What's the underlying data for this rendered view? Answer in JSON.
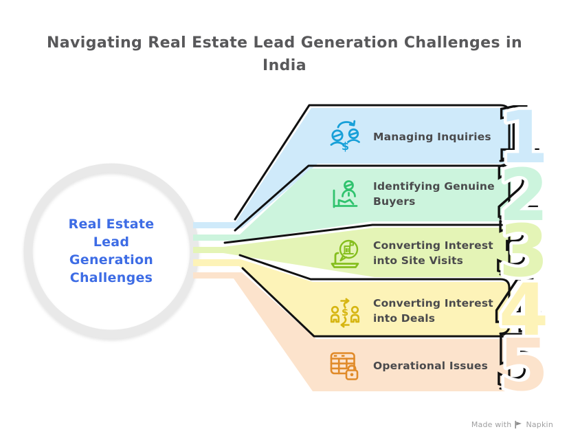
{
  "title": "Navigating Real Estate Lead Generation Challenges in India",
  "title_color": "#58585a",
  "label_color": "#4a4a4c",
  "outline_color": "#111111",
  "center_node": {
    "lines": [
      "Real Estate",
      "Lead",
      "Generation",
      "Challenges"
    ],
    "text_color": "#3d6ce5",
    "ring_color": "#e9e9e9"
  },
  "bands": [
    {
      "number": "1",
      "label": "Managing Inquiries",
      "fill": "#cfeafa",
      "icon_color": "#18a0d8",
      "icon_name": "inquiries-exchange-icon"
    },
    {
      "number": "2",
      "label": "Identifying Genuine Buyers",
      "fill": "#ccf4dd",
      "icon_color": "#30c36e",
      "icon_name": "buyer-at-desk-icon"
    },
    {
      "number": "3",
      "label": "Converting Interest into Site Visits",
      "fill": "#e4f4b6",
      "icon_color": "#85be1e",
      "icon_name": "laptop-chat-building-icon"
    },
    {
      "number": "4",
      "label": "Converting Interest into Deals",
      "fill": "#fdf3b8",
      "icon_color": "#d6b511",
      "icon_name": "deal-exchange-icon"
    },
    {
      "number": "5",
      "label": "Operational Issues",
      "fill": "#fce3cc",
      "icon_color": "#e08a28",
      "icon_name": "spreadsheet-lock-icon"
    }
  ],
  "footer": {
    "made_with": "Made with",
    "brand": "Napkin",
    "color": "#9f9fa0"
  }
}
